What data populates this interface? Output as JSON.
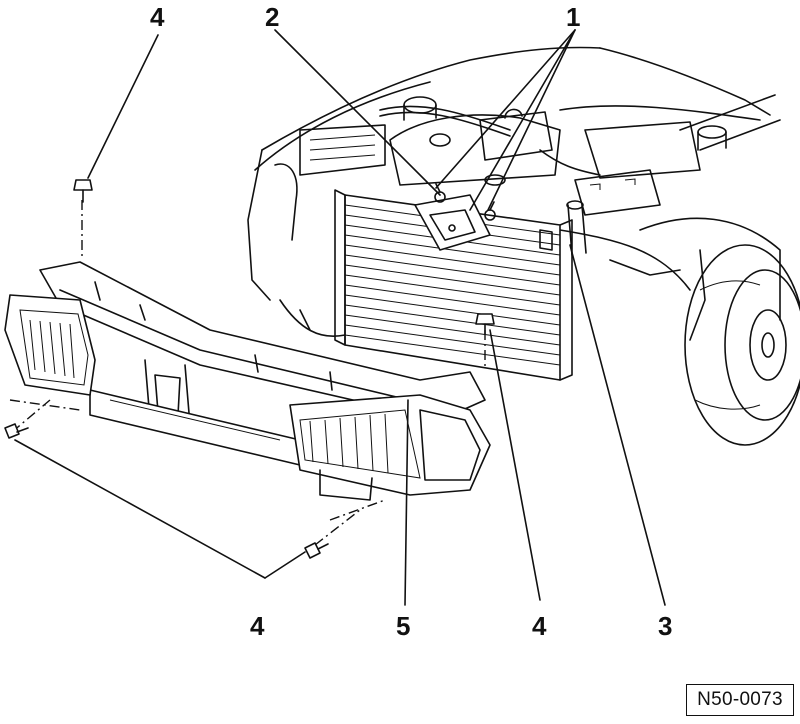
{
  "figure": {
    "reference_code": "N50-0073",
    "callouts": [
      {
        "id": "c1",
        "text": "1"
      },
      {
        "id": "c2",
        "text": "2"
      },
      {
        "id": "c3",
        "text": "3"
      },
      {
        "id": "c4a",
        "text": "4"
      },
      {
        "id": "c4b",
        "text": "4"
      },
      {
        "id": "c4c",
        "text": "4"
      },
      {
        "id": "c5",
        "text": "5"
      }
    ]
  }
}
